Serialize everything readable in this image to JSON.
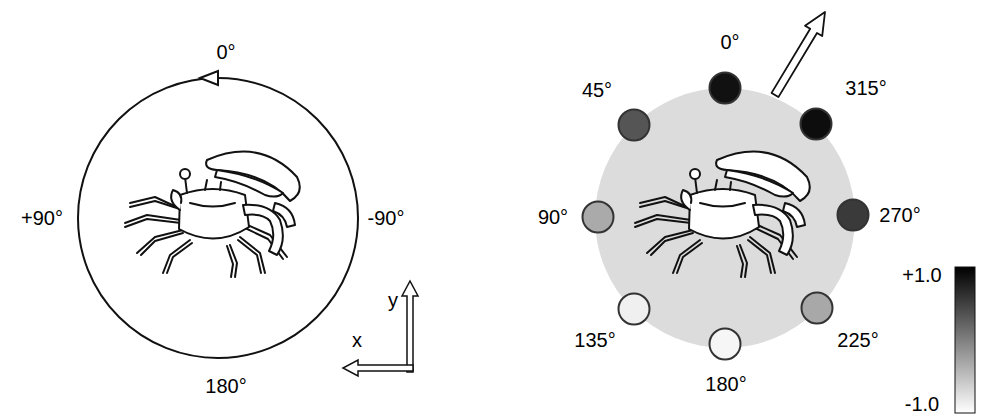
{
  "diagram": {
    "nodes": [
      {
        "text": [
          "0°"
        ]
      },
      {
        "text": [
          "45°"
        ]
      },
      {
        "text": [
          "315°"
        ]
      },
      {
        "text": [
          "90°"
        ]
      },
      {
        "text": [
          "270°"
        ]
      },
      {
        "text": [
          "135°"
        ]
      },
      {
        "text": [
          "225°"
        ]
      },
      {
        "text": [
          "180°"
        ]
      }
    ],
    "labels": [
      "0°",
      "+90°",
      "-90°",
      "180°",
      "y",
      "x",
      "+1.0",
      "-1.0"
    ]
  }
}
